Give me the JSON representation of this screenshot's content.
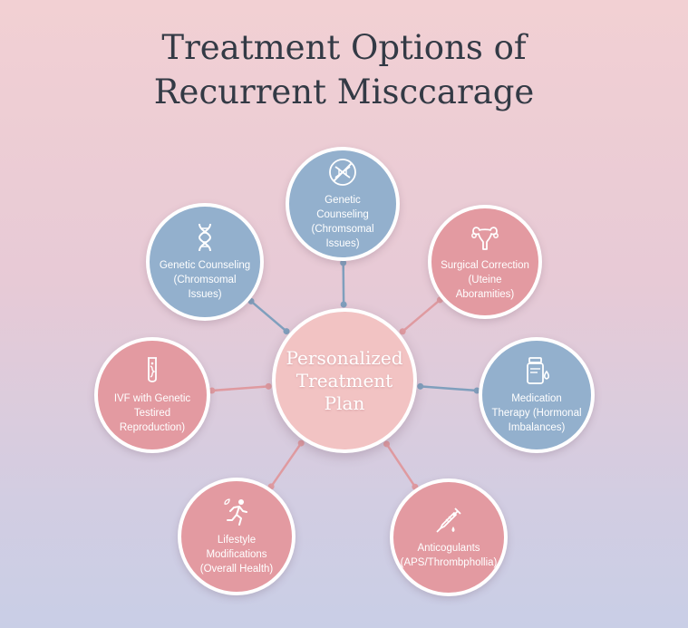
{
  "title_lines": [
    "Treatment Options of",
    "Recurrent Misccarage"
  ],
  "center": {
    "label": "Personalized Treatment Plan"
  },
  "colors": {
    "blue": "#93b0cd",
    "pink": "#e39aa1",
    "center": "#f2c3c3",
    "blue_link": "#7f9fbd",
    "pink_link": "#df9aa0"
  },
  "nodes": [
    {
      "id": "genetic-counseling-top",
      "label": "Genetic Counseling (Chromsomal Issues)",
      "icon": "dna-crossed-icon",
      "color": "blue"
    },
    {
      "id": "surgical-correction",
      "label": "Surgical Correction (Uteine Aboramities)",
      "icon": "uterus-icon",
      "color": "pink"
    },
    {
      "id": "medication-therapy",
      "label": "Medication Therapy (Hormonal Imbalances)",
      "icon": "medicine-bottle-icon",
      "color": "blue"
    },
    {
      "id": "anticoagulants",
      "label": "Anticogulants (APS/Thrombphollia)",
      "icon": "syringe-icon",
      "color": "pink"
    },
    {
      "id": "lifestyle-modifications",
      "label": "Lifestyle Modifications (Overall Health)",
      "icon": "running-person-icon",
      "color": "pink"
    },
    {
      "id": "ivf-genetic-testing",
      "label": "IVF with Genetic Testired Reproduction)",
      "icon": "test-tube-icon",
      "color": "pink"
    },
    {
      "id": "genetic-counseling-left",
      "label": "Genetic Counseling (Chromsomal Issues)",
      "icon": "dna-icon",
      "color": "blue"
    }
  ]
}
